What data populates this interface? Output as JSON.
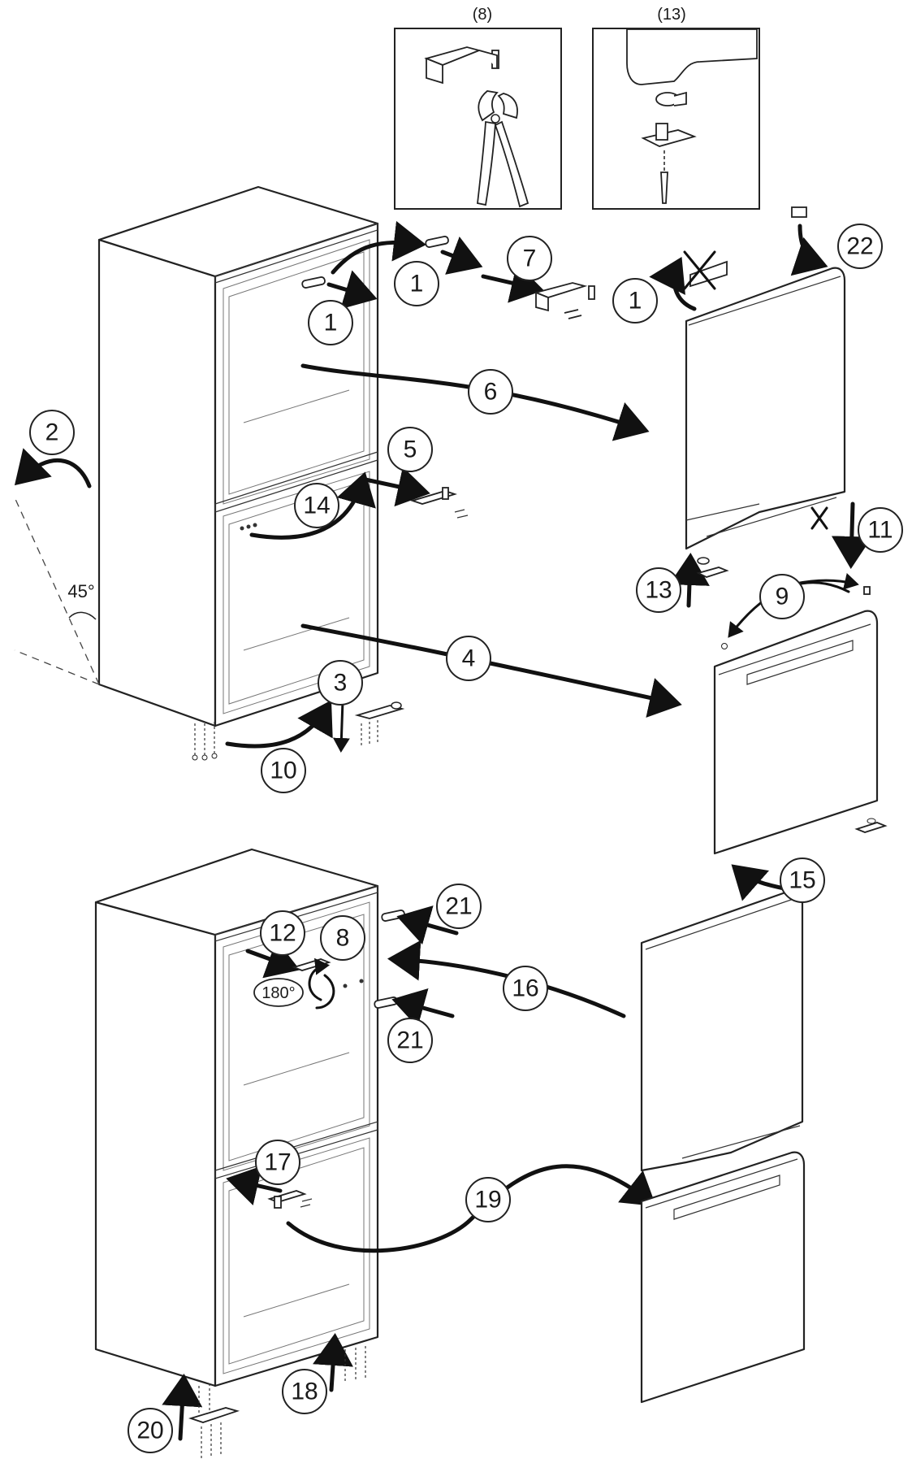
{
  "insets": [
    {
      "label": "(8)"
    },
    {
      "label": "(13)"
    }
  ],
  "angle_label": "45°",
  "rotation_label": "180°",
  "steps": {
    "s1a": "1",
    "s1b": "1",
    "s1c": "1",
    "s2": "2",
    "s3": "3",
    "s4": "4",
    "s5": "5",
    "s6": "6",
    "s7": "7",
    "s8": "8",
    "s9": "9",
    "s10": "10",
    "s11": "11",
    "s12": "12",
    "s13": "13",
    "s14": "14",
    "s15": "15",
    "s16": "16",
    "s17": "17",
    "s18": "18",
    "s19": "19",
    "s20": "20",
    "s21a": "21",
    "s21b": "21",
    "s22": "22"
  }
}
